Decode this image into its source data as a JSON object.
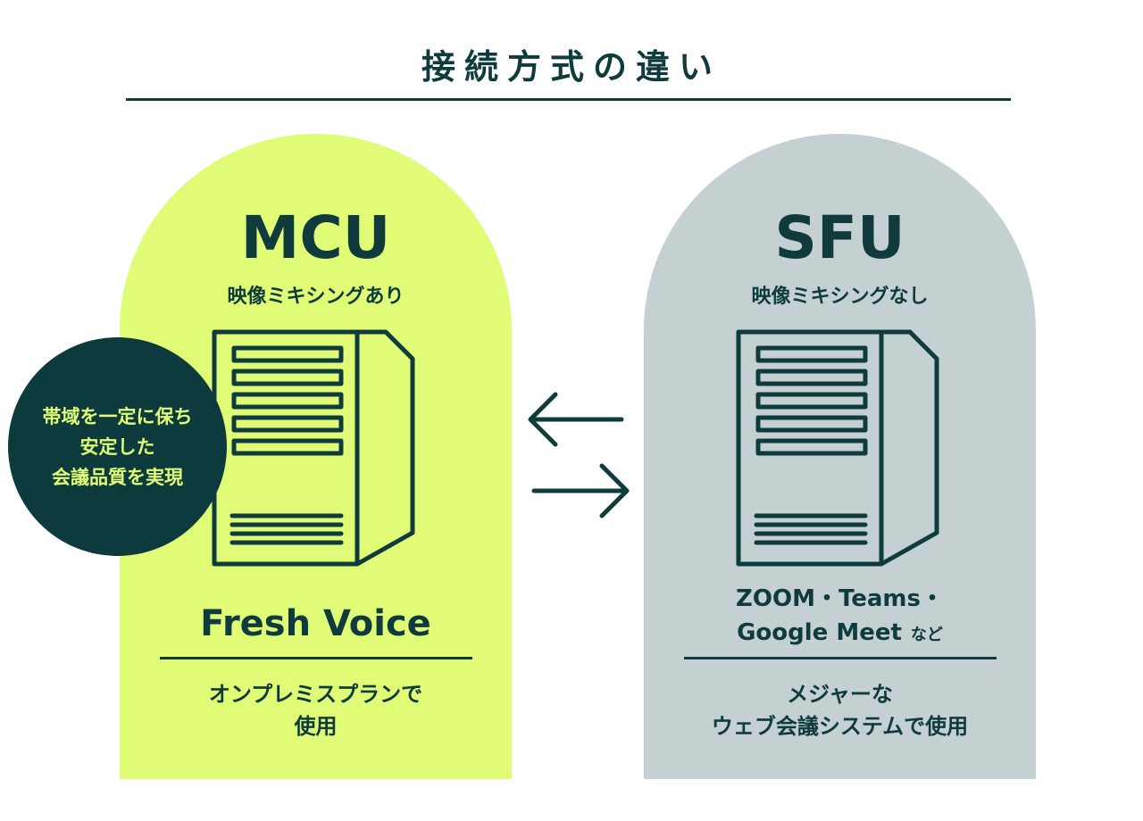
{
  "title": "接続方式の違い",
  "colors": {
    "dark": "#0f3b3c",
    "mcu_panel": "#e0fc77",
    "sfu_panel": "#c4d0d1",
    "badge_bg": "#0d3a3d",
    "badge_text": "#e0fc77"
  },
  "mcu": {
    "name": "MCU",
    "subtitle": "映像ミキシングあり",
    "product": "Fresh Voice",
    "usage_line1": "オンプレミスプランで",
    "usage_line2": "使用",
    "badge": {
      "line1": "帯域を一定に保ち",
      "line2": "安定した",
      "line3": "会議品質を実現"
    }
  },
  "sfu": {
    "name": "SFU",
    "subtitle": "映像ミキシングなし",
    "products_line1": "ZOOM・Teams・",
    "products_line2": "Google Meet",
    "products_suffix": "など",
    "usage_line1": "メジャーな",
    "usage_line2": "ウェブ会議システムで使用"
  },
  "icons": {
    "server": "server-icon",
    "arrow_left": "arrow-left-icon",
    "arrow_right": "arrow-right-icon"
  }
}
